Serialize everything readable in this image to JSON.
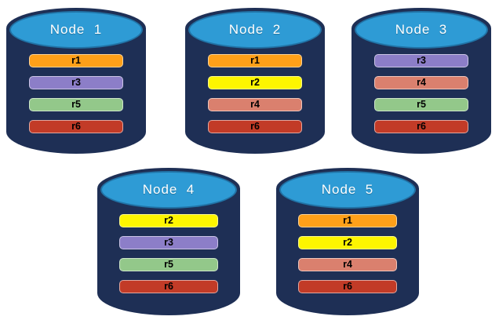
{
  "colors": {
    "cylinder_body": "#1E2F55",
    "cylinder_top": "#2E9BD5",
    "cylinder_top_border": "#2173A6",
    "bar_text": "#000000",
    "title_text": "#FFFFFF",
    "replica_colors": {
      "r1": "#FFA019",
      "r2": "#FDF500",
      "r3": "#8C7EC8",
      "r4": "#DA806E",
      "r5": "#93C88A",
      "r6": "#C23B27"
    }
  },
  "nodes": [
    {
      "id": "node-1",
      "title": "Node  1",
      "replicas": [
        "r1",
        "r3",
        "r5",
        "r6"
      ]
    },
    {
      "id": "node-2",
      "title": "Node  2",
      "replicas": [
        "r1",
        "r2",
        "r4",
        "r6"
      ]
    },
    {
      "id": "node-3",
      "title": "Node  3",
      "replicas": [
        "r3",
        "r4",
        "r5",
        "r6"
      ]
    },
    {
      "id": "node-4",
      "title": "Node  4",
      "replicas": [
        "r2",
        "r3",
        "r5",
        "r6"
      ]
    },
    {
      "id": "node-5",
      "title": "Node  5",
      "replicas": [
        "r1",
        "r2",
        "r4",
        "r6"
      ]
    }
  ]
}
